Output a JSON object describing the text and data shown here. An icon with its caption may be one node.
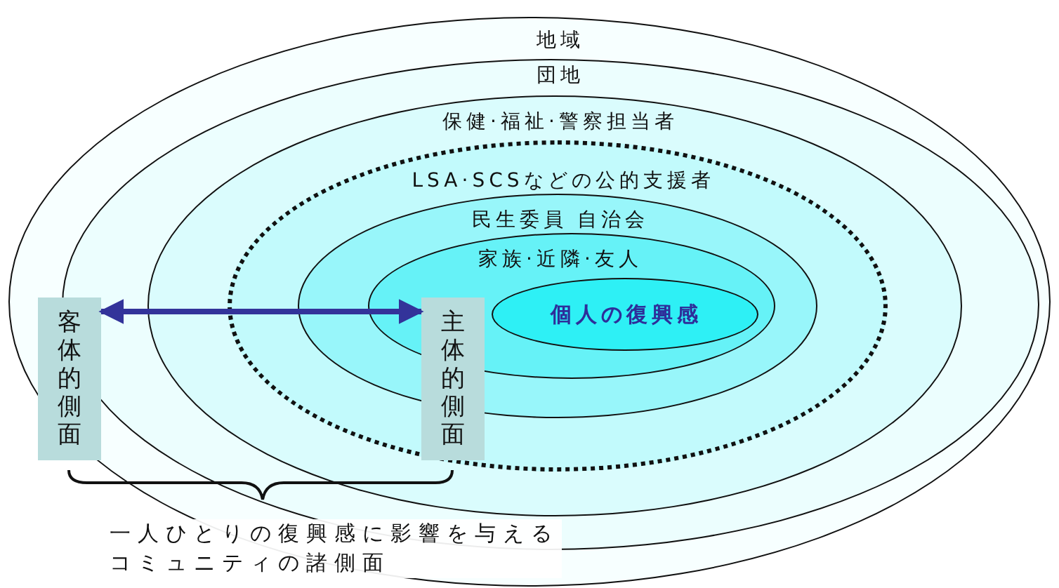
{
  "diagram": {
    "nodes": [
      {
        "text": [
          "地域"
        ]
      },
      {
        "text": [
          "団地"
        ],
        "in": 0
      },
      {
        "text": [
          "保健·福祉·警察担当者"
        ],
        "in": 1
      },
      {
        "text": [
          "LSA·SCSなどの公的支援者"
        ],
        "in": 2
      },
      {
        "text": [
          "民生委員 自治会"
        ],
        "in": 3
      },
      {
        "text": [
          "家族·近隣·友人"
        ],
        "in": 4
      },
      {
        "text": [
          "個人の復興感"
        ],
        "in": 5
      },
      {
        "text": [
          "客体的側面"
        ],
        "in": 0
      },
      {
        "text": [
          "主体的側面"
        ],
        "in": 3
      }
    ],
    "edges": [
      {
        "from": 7,
        "to": 8,
        "arrow": "both"
      }
    ],
    "labels": [
      "一人ひとりの復興感に影響を与えるコミュニティの諸側面"
    ]
  }
}
